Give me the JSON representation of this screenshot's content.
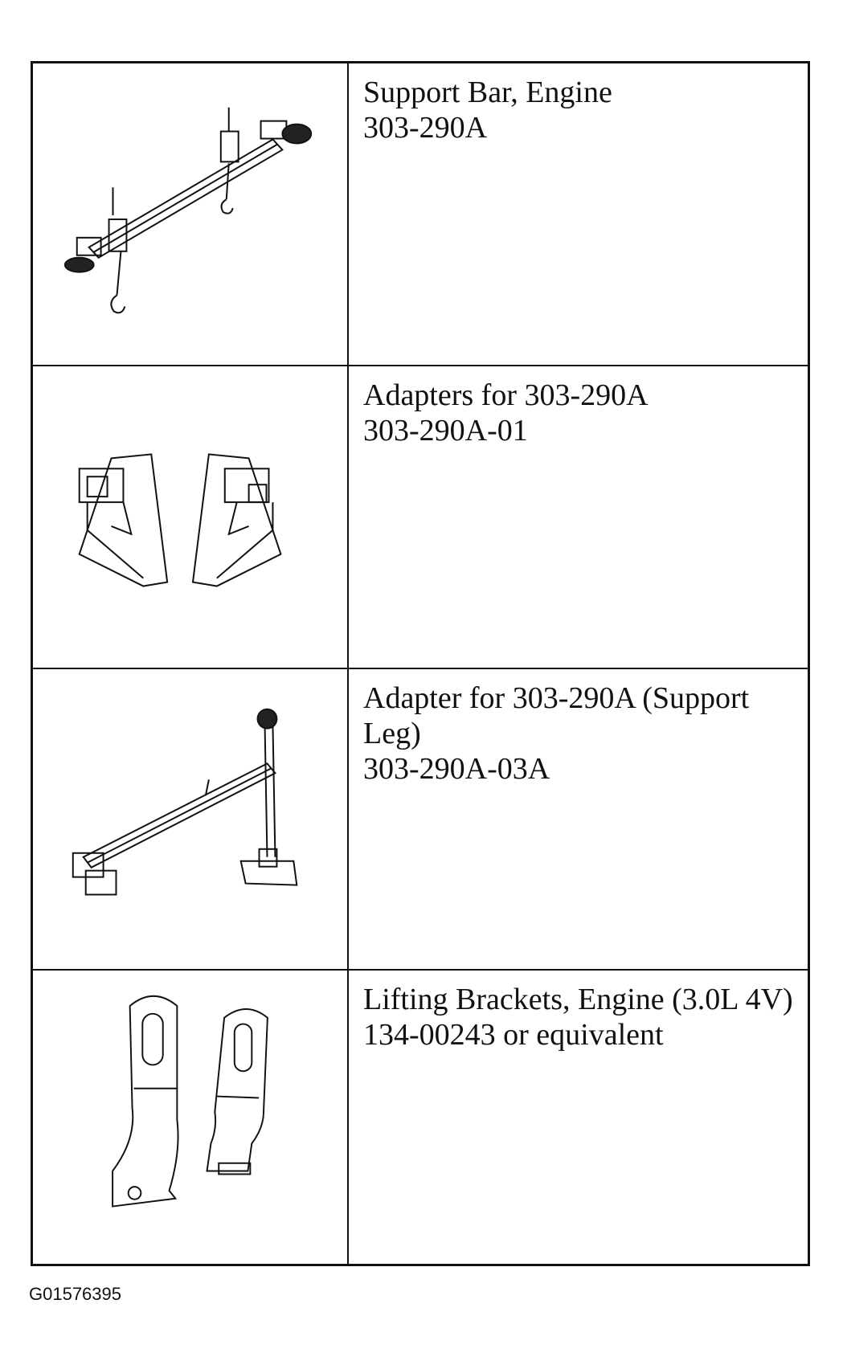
{
  "tools": [
    {
      "name": "Support Bar, Engine",
      "number": "303-290A",
      "icon": "engine-support-bar-illustration"
    },
    {
      "name": "Adapters for 303-290A",
      "number": "303-290A-01",
      "icon": "support-bar-adapters-illustration"
    },
    {
      "name": "Adapter for 303-290A (Support Leg)",
      "number": "303-290A-03A",
      "icon": "support-leg-adapter-illustration"
    },
    {
      "name": "Lifting Brackets, Engine (3.0L 4V)",
      "number": "134-00243 or equivalent",
      "icon": "engine-lifting-brackets-illustration"
    }
  ],
  "figure_id": "G01576395"
}
